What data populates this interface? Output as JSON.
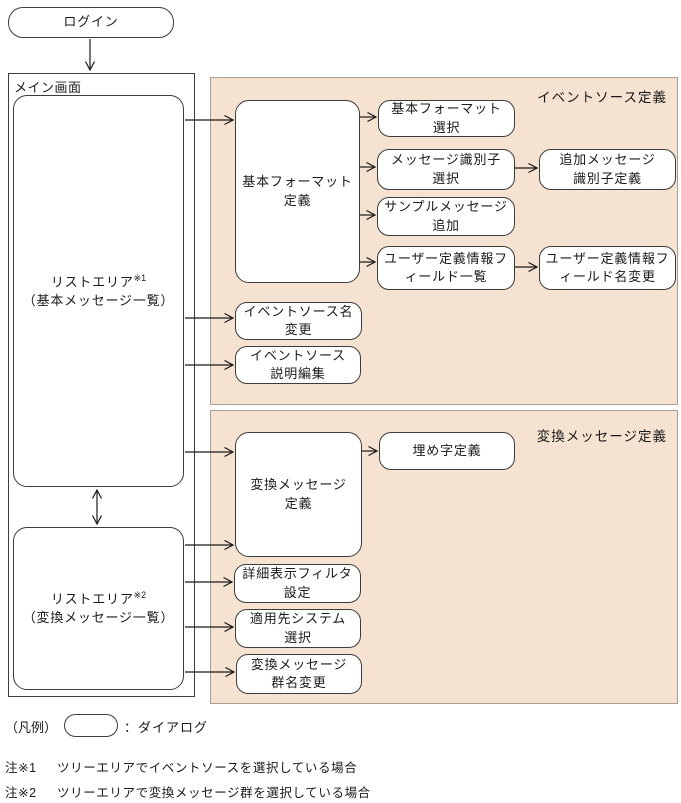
{
  "diagram": {
    "login_label": "ログイン",
    "main_screen_title": "メイン画面",
    "list_area_1": {
      "title": "リストエリア",
      "note_ref": "※1",
      "subtitle": "（基本メッセージ一覧）"
    },
    "list_area_2": {
      "title": "リストエリア",
      "note_ref": "※2",
      "subtitle": "（変換メッセージ一覧）"
    },
    "panel_1_title": "イベントソース定義",
    "panel_2_title": "変換メッセージ定義",
    "nodes": {
      "basic_format_def": {
        "label": "基本フォーマット\n定義"
      },
      "basic_format_select": {
        "label": "基本フォーマット\n選択"
      },
      "msg_id_select": {
        "label": "メッセージ識別子\n選択"
      },
      "add_msg_id_def": {
        "label": "追加メッセージ\n識別子定義"
      },
      "sample_msg_add": {
        "label": "サンプルメッセージ\n追加"
      },
      "user_field_list": {
        "label": "ユーザー定義情報フ\nィールド一覧"
      },
      "user_field_rename": {
        "label": "ユーザー定義情報フ\nィールド名変更"
      },
      "event_source_rename": {
        "label": "イベントソース名\n変更"
      },
      "event_source_desc_edit": {
        "label": "イベントソース\n説明編集"
      },
      "conv_msg_def": {
        "label": "変換メッセージ\n定義"
      },
      "fill_char_def": {
        "label": "埋め字定義"
      },
      "detail_filter": {
        "label": "詳細表示フィルタ\n設定"
      },
      "target_system_select": {
        "label": "適用先システム\n選択"
      },
      "conv_msg_group_rename": {
        "label": "変換メッセージ\n群名変更"
      }
    }
  },
  "legend": {
    "heading": "（凡例）",
    "dialog_label": "：ダイアログ"
  },
  "notes": {
    "note1": {
      "label": "注※1",
      "text": "ツリーエリアでイベントソースを選択している場合"
    },
    "note2": {
      "label": "注※2",
      "text": "ツリーエリアで変換メッセージ群を選択している場合"
    }
  },
  "colors": {
    "panel_bg": "#f5e2d0",
    "box_border": "#3c3c3c",
    "arrow": "#1a1a1a"
  }
}
